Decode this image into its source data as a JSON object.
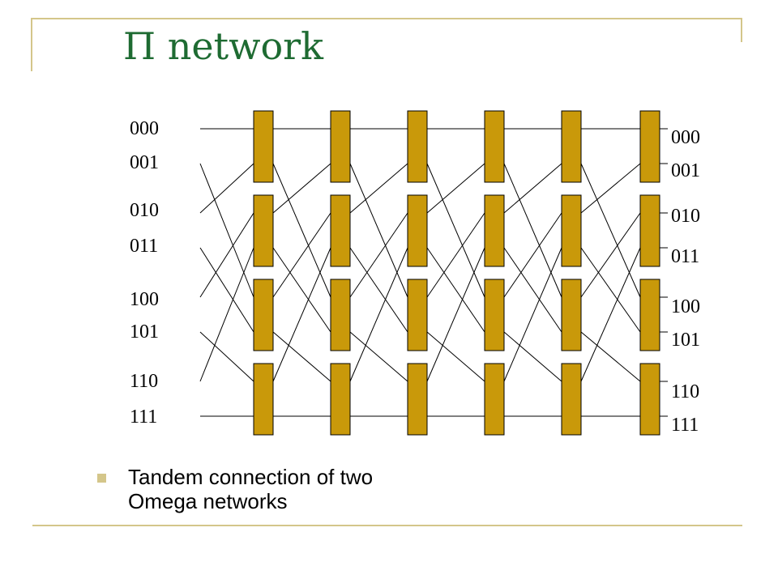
{
  "title": "Π network",
  "left_labels": [
    "000",
    "001",
    "010",
    "011",
    "100",
    "101",
    "110",
    "111"
  ],
  "right_labels": [
    "000",
    "001",
    "010",
    "011",
    "100",
    "101",
    "110",
    "111"
  ],
  "caption_line1": "Tandem connection of two",
  "caption_line2": "Omega networks",
  "colors": {
    "switch": "#c9990a",
    "title": "#1e6b32",
    "frame": "#d4c68a"
  }
}
